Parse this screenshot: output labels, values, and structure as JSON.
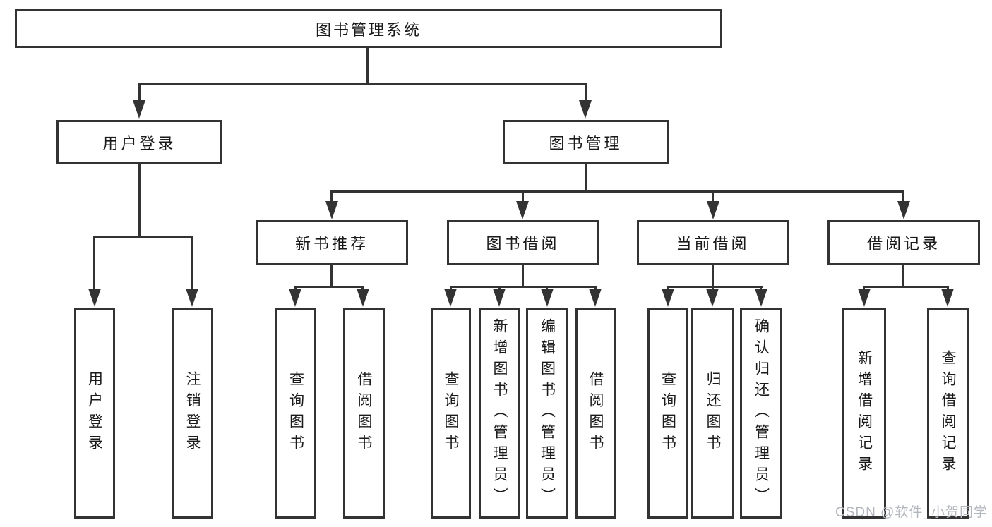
{
  "colors": {
    "line": "#333333",
    "box_border": "#333333",
    "box_fill": "#ffffff",
    "text": "#1a1a1a",
    "watermark": "#b2b6bd",
    "background": "#ffffff"
  },
  "watermark": {
    "text": "CSDN @软件_小贺同学"
  },
  "tree": {
    "root": {
      "label": "图书管理系统"
    },
    "branches": [
      {
        "label": "用户登录",
        "children": [
          {
            "label": "用户登录"
          },
          {
            "label": "注销登录"
          }
        ]
      },
      {
        "label": "图书管理",
        "children": [
          {
            "label": "新书推荐",
            "children": [
              {
                "label": "查询图书"
              },
              {
                "label": "借阅图书"
              }
            ]
          },
          {
            "label": "图书借阅",
            "children": [
              {
                "label": "查询图书"
              },
              {
                "label": "新增图书（管理员）"
              },
              {
                "label": "编辑图书（管理员）"
              },
              {
                "label": "借阅图书"
              }
            ]
          },
          {
            "label": "当前借阅",
            "children": [
              {
                "label": "查询图书"
              },
              {
                "label": "归还图书"
              },
              {
                "label": "确认归还（管理员）"
              }
            ]
          },
          {
            "label": "借阅记录",
            "children": [
              {
                "label": "新增借阅记录"
              },
              {
                "label": "查询借阅记录"
              }
            ]
          }
        ]
      }
    ]
  }
}
